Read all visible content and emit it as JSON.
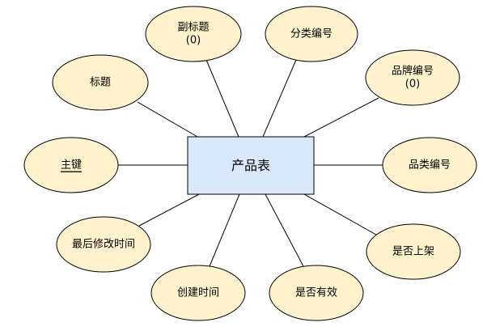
{
  "entity": {
    "label": "产品表",
    "fill": "#dae8fc"
  },
  "attribute_fill": "#fff2cc",
  "line_color": "#000000",
  "attributes": [
    {
      "key": "subtitle",
      "lines": [
        "副标题",
        "(0)"
      ]
    },
    {
      "key": "category_no",
      "lines": [
        "分类编号"
      ]
    },
    {
      "key": "title",
      "lines": [
        "标题"
      ]
    },
    {
      "key": "brand_no",
      "lines": [
        "品牌编号",
        "(0)"
      ]
    },
    {
      "key": "primary_key",
      "lines": [
        "主键"
      ],
      "underline": true
    },
    {
      "key": "product_cat_no",
      "lines": [
        "品类编号"
      ]
    },
    {
      "key": "last_modified",
      "lines": [
        "最后修改时间"
      ]
    },
    {
      "key": "on_shelf",
      "lines": [
        "是否上架"
      ]
    },
    {
      "key": "created_time",
      "lines": [
        "创建时间"
      ]
    },
    {
      "key": "is_valid",
      "lines": [
        "是否有效"
      ]
    }
  ]
}
